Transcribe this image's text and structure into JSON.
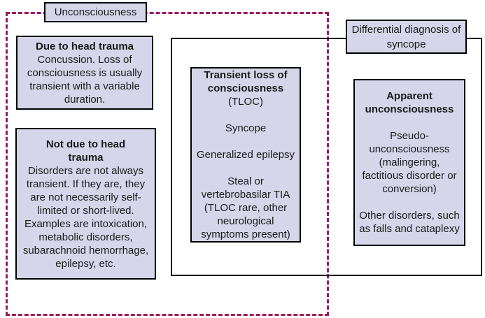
{
  "diagram": {
    "description": "Flow diagram of unconsciousness and differential diagnosis of syncope",
    "colors": {
      "node_fill": "#d6d6ea",
      "node_border": "#000000",
      "dashed_region_border": "#9b1b5e",
      "solid_region_border": "#000000",
      "text": "#1a1a1a"
    },
    "labels": {
      "unconsciousness": "Unconsciousness",
      "differential_diagnosis": "Differential diagnosis of syncope"
    },
    "boxes": {
      "due_to_head_trauma": {
        "title": "Due to head trauma",
        "body": "Concussion. Loss of consciousness is usually transient with a variable duration."
      },
      "not_due_to_head_trauma": {
        "title": "Not due to head trauma",
        "body": "Disorders are not always transient. If they are, they are not necessarily self-limited or short-lived. Examples are intoxication, metabolic disorders, subarachnoid hemorrhage, epilepsy, etc."
      },
      "transient_loss_of_consciousness": {
        "title": "Transient loss of consciousness",
        "subtitle": "(TLOC)",
        "items": [
          "Syncope",
          "Generalized epilepsy",
          "Steal or vertebrobasilar TIA (TLOC rare, other neurological symptoms present)"
        ]
      },
      "apparent_unconsciousness": {
        "title": "Apparent unconsciousness",
        "items": [
          "Pseudo-unconsciousness (malingering, factitious disorder or conversion)",
          "Other disorders, such as falls and cataplexy"
        ]
      }
    }
  }
}
